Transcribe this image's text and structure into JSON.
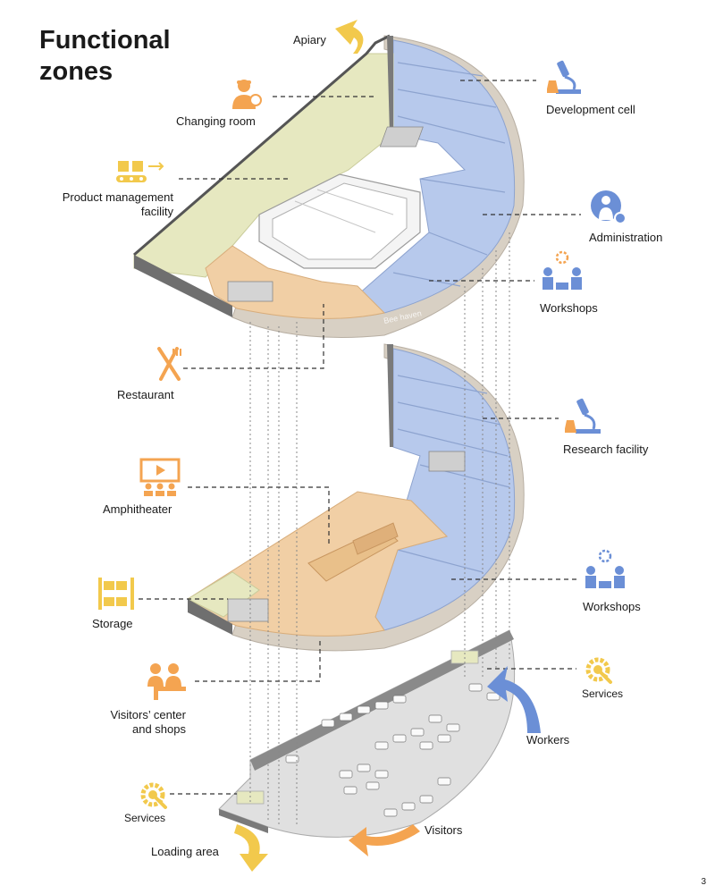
{
  "title_line1": "Functional",
  "title_line2": "zones",
  "labels": {
    "apiary": "Apiary",
    "changing_room": "Changing room",
    "product_management_1": "Product management",
    "product_management_2": "facility",
    "development_cell": "Development cell",
    "administration": "Administration",
    "workshops_top": "Workshops",
    "restaurant": "Restaurant",
    "research_facility": "Research facility",
    "amphitheater": "Amphitheater",
    "storage": "Storage",
    "workshops_mid": "Workshops",
    "visitors_center_1": "Visitors’ center",
    "visitors_center_2": "and shops",
    "services_right": "Services",
    "workers": "Workers",
    "services_left": "Services",
    "visitors": "Visitors",
    "loading_area": "Loading area"
  },
  "colors": {
    "orange": "#f4a451",
    "blue": "#6b8fd6",
    "yellow": "#f2c94c",
    "zone_green": "#e6e8c0",
    "zone_blue": "#b7c9ec",
    "zone_orange": "#f1cfa5",
    "wall": "#d6cfc4",
    "ground": "#e0e0e0"
  },
  "page_number": "3"
}
